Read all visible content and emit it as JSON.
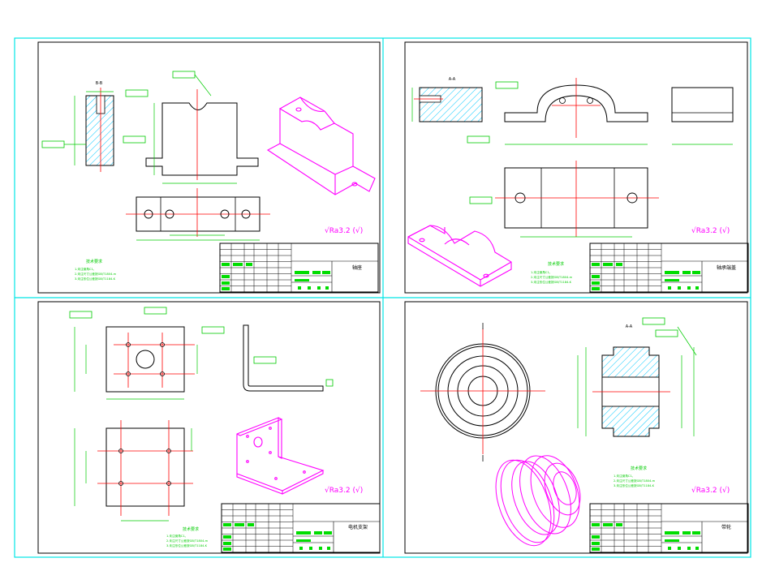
{
  "colors": {
    "frame": "#00e5e5",
    "border": "#000000",
    "dimension": "#00cc00",
    "centerline": "#ff0000",
    "isometric": "#ff00ff",
    "hatch": "#00c8ff",
    "titlefill": "#00dd00"
  },
  "sheets": [
    {
      "id": "bearing-seat",
      "section_label": "B-B",
      "part_name": "轴座",
      "notes_title": "技术要求",
      "notes": [
        "1.未注倒角C1。",
        "2.未注尺寸公差按GB/T1804-m",
        "3.未注形位公差按GB/T1184-K"
      ],
      "roughness": "√Ra3.2 (√)"
    },
    {
      "id": "bearing-cap",
      "section_label": "A-A",
      "part_name": "轴承端盖",
      "notes_title": "技术要求",
      "notes": [
        "1.未注倒角C1。",
        "2.未注尺寸公差按GB/T1804-m",
        "3.未注形位公差按GB/T1184-K"
      ],
      "roughness": "√Ra3.2 (√)"
    },
    {
      "id": "angle-bracket",
      "section_label": "",
      "part_name": "电机支架",
      "notes_title": "技术要求",
      "notes": [
        "1.未注倒角C1。",
        "2.未注尺寸公差按GB/T1804-m",
        "3.未注形位公差按GB/T1184-K"
      ],
      "roughness": "√Ra3.2 (√)"
    },
    {
      "id": "pulley",
      "section_label": "A-A",
      "part_name": "带轮",
      "notes_title": "技术要求",
      "notes": [
        "1.未注倒角C1。",
        "2.未注尺寸公差按GB/T1804-m",
        "3.未注形位公差按GB/T1184-K"
      ],
      "roughness": "√Ra3.2 (√)"
    }
  ]
}
